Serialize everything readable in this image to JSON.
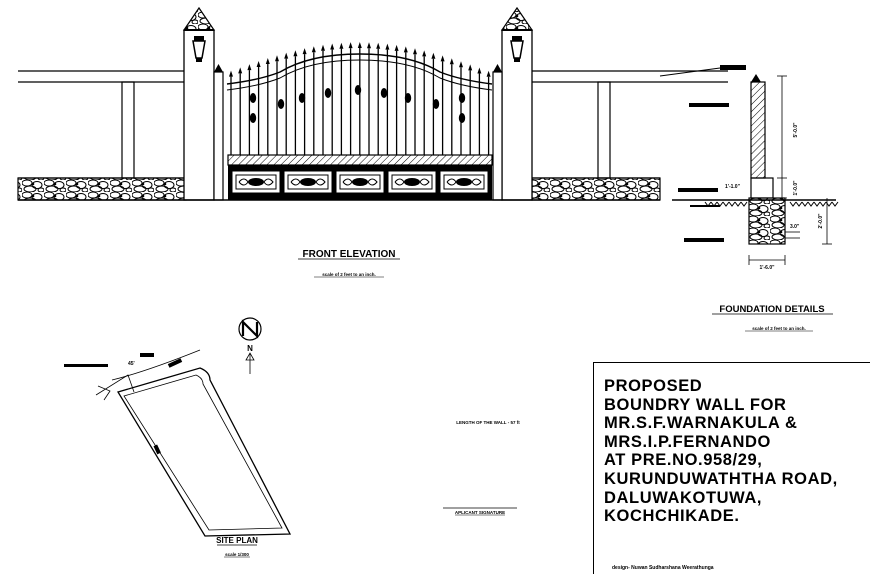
{
  "front_elevation": {
    "title": "FRONT ELEVATION",
    "scale": "scale of 2 feet to an inch."
  },
  "foundation": {
    "title": "FOUNDATION DETAILS",
    "scale": "scale of 2 feet to an inch.",
    "dims": {
      "wall_height": "5'-0.0\"",
      "plinth": "1'-0.0\"",
      "base_offset": "1'-1.0\"",
      "footing_depth": "2'-0.0\"",
      "step": "3.0\"",
      "footing_width": "1'-6.0\""
    }
  },
  "site_plan": {
    "title": "SITE PLAN",
    "scale": "scale 1/300",
    "angle": "45'",
    "north": "N"
  },
  "notes": {
    "wall_length": "LENGTH OF THE WALL - 57 ft",
    "applicant_signature": "APLICANT SIGNATURE"
  },
  "title_block": {
    "lines": [
      "PROPOSED",
      "BOUNDRY WALL FOR",
      "MR.S.F.WARNAKULA &",
      "MRS.I.P.FERNANDO",
      "AT PRE.NO.958/29,",
      "KURUNDUWATHTHA ROAD,",
      "DALUWAKOTUWA,",
      "KOCHCHIKADE."
    ],
    "designer": "design- Nuwan Sudharshana Weerathunga"
  }
}
